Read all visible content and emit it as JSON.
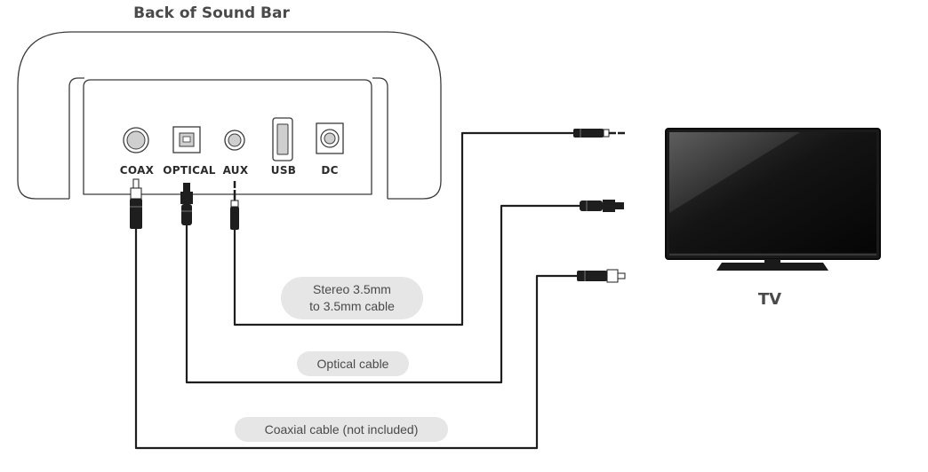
{
  "diagram": {
    "soundbar_title": "Back of Sound Bar",
    "tv_label": "TV",
    "ports": {
      "coax": "COAX",
      "optical": "OPTICAL",
      "aux": "AUX",
      "usb": "USB",
      "dc": "DC"
    },
    "cables": {
      "stereo_line1": "Stereo 3.5mm",
      "stereo_line2": "to 3.5mm cable",
      "optical": "Optical cable",
      "coaxial": "Coaxial cable (not included)"
    },
    "colors": {
      "outline": "#3a3a3a",
      "cable": "#1e1e1e",
      "pill": "#e6e6e6",
      "screen": "#111111"
    }
  }
}
